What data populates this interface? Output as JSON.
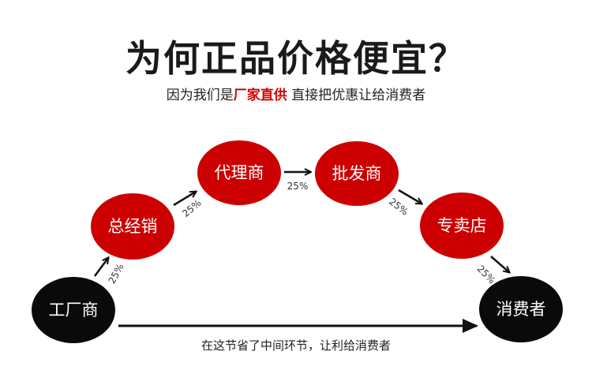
{
  "title": "为何正品价格便宜？",
  "subtitle": {
    "prefix": "因为我们是",
    "highlight": "厂家直供",
    "suffix": " 直接把优惠让给消费者"
  },
  "colors": {
    "red": "#cc0000",
    "black": "#0a0a0a",
    "highlight": "#d40000"
  },
  "nodes": [
    {
      "label": "工厂商",
      "color": "black"
    },
    {
      "label": "总经销",
      "color": "red"
    },
    {
      "label": "代理商",
      "color": "red"
    },
    {
      "label": "批发商",
      "color": "red"
    },
    {
      "label": "专卖店",
      "color": "red"
    },
    {
      "label": "消费者",
      "color": "black"
    }
  ],
  "markups": [
    "25%",
    "25%",
    "25%",
    "25%",
    "25%"
  ],
  "bottom_text": "在这节省了中间环节，让利给消费者"
}
